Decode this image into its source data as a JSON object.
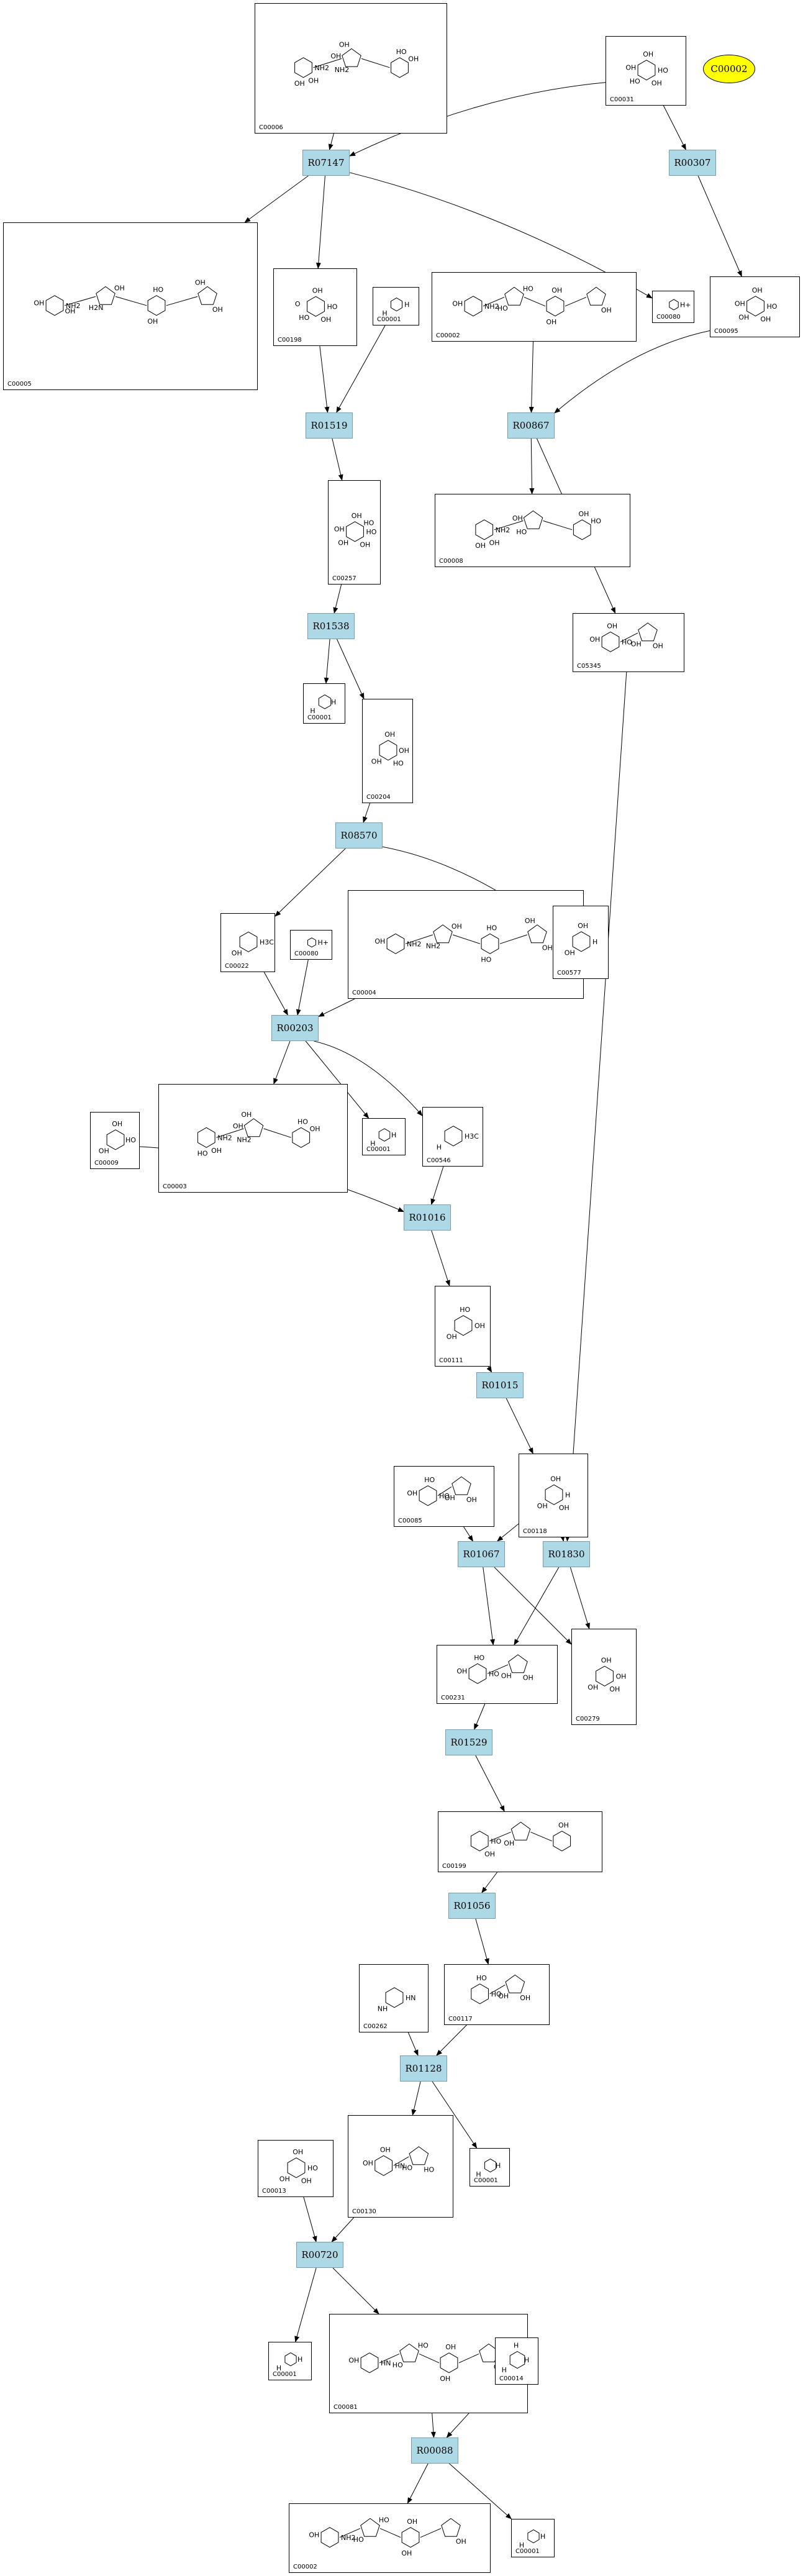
{
  "highlight": {
    "id": "C00002",
    "color": "#ffff00"
  },
  "colors": {
    "reaction_fill": "#add8e6",
    "edge": "#000000"
  },
  "reactions": [
    {
      "key": "R07147",
      "label": "R07147"
    },
    {
      "key": "R00307",
      "label": "R00307"
    },
    {
      "key": "R01519",
      "label": "R01519"
    },
    {
      "key": "R00867",
      "label": "R00867"
    },
    {
      "key": "R01538",
      "label": "R01538"
    },
    {
      "key": "R08570",
      "label": "R08570"
    },
    {
      "key": "R00203",
      "label": "R00203"
    },
    {
      "key": "R01016",
      "label": "R01016"
    },
    {
      "key": "R01015",
      "label": "R01015"
    },
    {
      "key": "R01067",
      "label": "R01067"
    },
    {
      "key": "R01830",
      "label": "R01830"
    },
    {
      "key": "R01529",
      "label": "R01529"
    },
    {
      "key": "R01056",
      "label": "R01056"
    },
    {
      "key": "R01128",
      "label": "R01128"
    },
    {
      "key": "R00720",
      "label": "R00720"
    },
    {
      "key": "R00088",
      "label": "R00088"
    }
  ],
  "compounds": [
    {
      "key": "c00006_top",
      "id": "C00006",
      "mol": [
        "NH2",
        "NH2",
        "HO",
        "OH",
        "OH",
        "OH",
        "OH",
        "OH"
      ]
    },
    {
      "key": "c00031",
      "id": "C00031",
      "mol": [
        "HO",
        "HO",
        "OH",
        "OH",
        "OH"
      ]
    },
    {
      "key": "c00005",
      "id": "C00005",
      "mol": [
        "NH2",
        "H2N",
        "HO",
        "OH",
        "OH",
        "OH",
        "OH",
        "OH",
        "OH"
      ]
    },
    {
      "key": "c00198",
      "id": "C00198",
      "mol": [
        "HO",
        "HO",
        "OH",
        "OH",
        "O"
      ]
    },
    {
      "key": "c00001_a",
      "id": "C00001",
      "mol": [
        "H",
        "H"
      ]
    },
    {
      "key": "c00002_a",
      "id": "C00002",
      "mol": [
        "NH2",
        "HO",
        "OH",
        "OH",
        "OH",
        "HO",
        "OH"
      ]
    },
    {
      "key": "c00080_a",
      "id": "C00080",
      "mol": [
        "H+"
      ]
    },
    {
      "key": "c00095",
      "id": "C00095",
      "mol": [
        "HO",
        "OH",
        "OH",
        "OH",
        "OH"
      ]
    },
    {
      "key": "c00257",
      "id": "C00257",
      "mol": [
        "HO",
        "OH",
        "OH",
        "OH",
        "OH",
        "HO"
      ]
    },
    {
      "key": "c00008",
      "id": "C00008",
      "mol": [
        "NH2",
        "HO",
        "OH",
        "OH",
        "OH",
        "HO",
        "OH"
      ]
    },
    {
      "key": "c05345",
      "id": "C05345",
      "mol": [
        "HO",
        "OH",
        "OH",
        "OH",
        "OH"
      ]
    },
    {
      "key": "c00001_b",
      "id": "C00001",
      "mol": [
        "H",
        "H"
      ]
    },
    {
      "key": "c00204",
      "id": "C00204",
      "mol": [
        "OH",
        "OH",
        "OH",
        "HO"
      ]
    },
    {
      "key": "c00022",
      "id": "C00022",
      "mol": [
        "H3C",
        "OH"
      ]
    },
    {
      "key": "c00080_b",
      "id": "C00080",
      "mol": [
        "H+"
      ]
    },
    {
      "key": "c00004",
      "id": "C00004",
      "mol": [
        "NH2",
        "NH2",
        "HO",
        "OH",
        "OH",
        "OH",
        "HO",
        "OH"
      ]
    },
    {
      "key": "c00577",
      "id": "C00577",
      "mol": [
        "H",
        "OH",
        "OH"
      ]
    },
    {
      "key": "c00003",
      "id": "C00003",
      "mol": [
        "NH2",
        "NH2",
        "HO",
        "OH",
        "OH",
        "OH",
        "HO",
        "OH"
      ]
    },
    {
      "key": "c00001_c",
      "id": "C00001",
      "mol": [
        "H",
        "H"
      ]
    },
    {
      "key": "c00546",
      "id": "C00546",
      "mol": [
        "H3C",
        "H"
      ]
    },
    {
      "key": "c00009",
      "id": "C00009",
      "mol": [
        "HO",
        "OH",
        "OH"
      ]
    },
    {
      "key": "c00111",
      "id": "C00111",
      "mol": [
        "OH",
        "OH",
        "HO"
      ]
    },
    {
      "key": "c00118",
      "id": "C00118",
      "mol": [
        "H",
        "OH",
        "OH",
        "OH"
      ]
    },
    {
      "key": "c00085",
      "id": "C00085",
      "mol": [
        "HO",
        "OH",
        "HO",
        "OH",
        "OH"
      ]
    },
    {
      "key": "c00231",
      "id": "C00231",
      "mol": [
        "HO",
        "OH",
        "HO",
        "OH",
        "OH"
      ]
    },
    {
      "key": "c00279",
      "id": "C00279",
      "mol": [
        "OH",
        "OH",
        "OH",
        "OH"
      ]
    },
    {
      "key": "c00199",
      "id": "C00199",
      "mol": [
        "HO",
        "OH",
        "OH",
        "OH"
      ]
    },
    {
      "key": "c00262",
      "id": "C00262",
      "mol": [
        "HN",
        "NH"
      ]
    },
    {
      "key": "c00117",
      "id": "C00117",
      "mol": [
        "HO",
        "OH",
        "HO",
        "OH"
      ]
    },
    {
      "key": "c00130",
      "id": "C00130",
      "mol": [
        "HN",
        "HO",
        "OH",
        "HO",
        "OH"
      ]
    },
    {
      "key": "c00001_d",
      "id": "C00001",
      "mol": [
        "H",
        "H"
      ]
    },
    {
      "key": "c00013",
      "id": "C00013",
      "mol": [
        "HO",
        "OH",
        "OH",
        "OH"
      ]
    },
    {
      "key": "c00001_e",
      "id": "C00001",
      "mol": [
        "H",
        "H"
      ]
    },
    {
      "key": "c00081",
      "id": "C00081",
      "mol": [
        "HN",
        "HO",
        "OH",
        "OH",
        "OH",
        "HO",
        "OH"
      ]
    },
    {
      "key": "c00014",
      "id": "C00014",
      "mol": [
        "H",
        "H",
        "H"
      ]
    },
    {
      "key": "c00002_b",
      "id": "C00002",
      "mol": [
        "NH2",
        "HO",
        "OH",
        "OH",
        "OH",
        "HO",
        "OH"
      ]
    },
    {
      "key": "c00001_f",
      "id": "C00001",
      "mol": [
        "H",
        "H"
      ]
    }
  ],
  "edges": [
    [
      "c00006_top",
      "R07147"
    ],
    [
      "c00031",
      "R07147"
    ],
    [
      "c00031",
      "R00307"
    ],
    [
      "R07147",
      "c00005"
    ],
    [
      "R07147",
      "c00198"
    ],
    [
      "R07147",
      "c00080_a"
    ],
    [
      "c00198",
      "R01519"
    ],
    [
      "c00001_a",
      "R01519"
    ],
    [
      "R00307",
      "c00095"
    ],
    [
      "c00095",
      "R00867"
    ],
    [
      "c00002_a",
      "R00867"
    ],
    [
      "R01519",
      "c00257"
    ],
    [
      "R00867",
      "c00008"
    ],
    [
      "R00867",
      "c05345"
    ],
    [
      "c00257",
      "R01538"
    ],
    [
      "R01538",
      "c00001_b"
    ],
    [
      "R01538",
      "c00204"
    ],
    [
      "c00204",
      "R08570"
    ],
    [
      "R08570",
      "c00022"
    ],
    [
      "R08570",
      "c00577"
    ],
    [
      "c00022",
      "R00203"
    ],
    [
      "c00080_b",
      "R00203"
    ],
    [
      "c00004",
      "R00203"
    ],
    [
      "R00203",
      "c00003"
    ],
    [
      "R00203",
      "c00001_c"
    ],
    [
      "R00203",
      "c00546"
    ],
    [
      "c00546",
      "R01016"
    ],
    [
      "c00009",
      "R01016"
    ],
    [
      "R01016",
      "c00111"
    ],
    [
      "c00111",
      "R01015"
    ],
    [
      "R01015",
      "c00118"
    ],
    [
      "c00118",
      "R01067"
    ],
    [
      "c00085",
      "R01067"
    ],
    [
      "c00118",
      "R01830"
    ],
    [
      "c05345",
      "R01830"
    ],
    [
      "R01067",
      "c00231"
    ],
    [
      "R01067",
      "c00279"
    ],
    [
      "R01830",
      "c00231"
    ],
    [
      "R01830",
      "c00279"
    ],
    [
      "c00231",
      "R01529"
    ],
    [
      "R01529",
      "c00199"
    ],
    [
      "c00199",
      "R01056"
    ],
    [
      "R01056",
      "c00117"
    ],
    [
      "c00262",
      "R01128"
    ],
    [
      "c00117",
      "R01128"
    ],
    [
      "R01128",
      "c00130"
    ],
    [
      "R01128",
      "c00001_d"
    ],
    [
      "c00130",
      "R00720"
    ],
    [
      "c00013",
      "R00720"
    ],
    [
      "R00720",
      "c00001_e"
    ],
    [
      "R00720",
      "c00081"
    ],
    [
      "c00081",
      "R00088"
    ],
    [
      "c00014",
      "R00088"
    ],
    [
      "R00088",
      "c00002_b"
    ],
    [
      "R00088",
      "c00001_f"
    ]
  ]
}
